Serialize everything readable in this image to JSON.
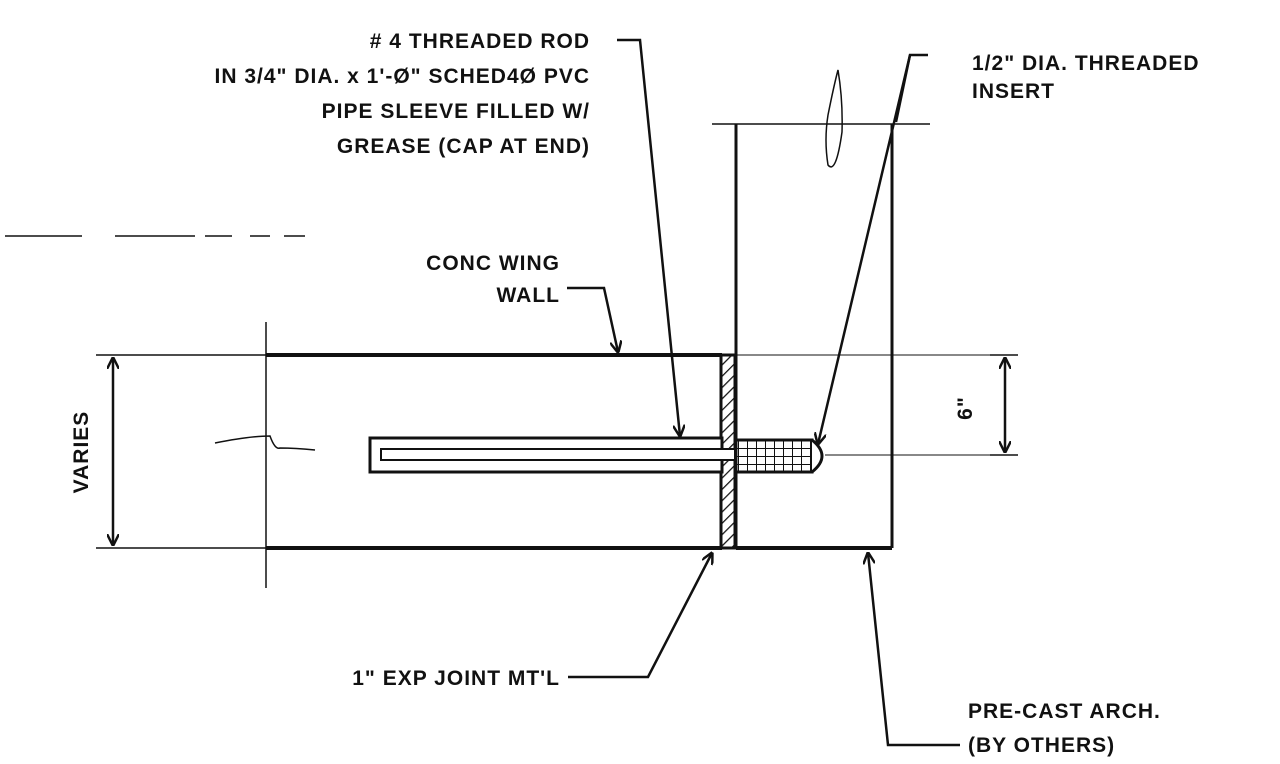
{
  "labels": {
    "threaded_rod": [
      "# 4  THREADED ROD",
      "IN 3/4\" DIA. x 1'-Ø\" SCHED4Ø PVC",
      "PIPE SLEEVE FILLED W/",
      "GREASE (CAP AT END)"
    ],
    "threaded_insert": [
      "1/2\" DIA. THREADED",
      "INSERT"
    ],
    "wing_wall": [
      "CONC WING",
      "WALL"
    ],
    "varies": "VARIES",
    "six_inch": "6\"",
    "exp_joint": "1\" EXP JOINT MT'L",
    "precast_arch": [
      "PRE-CAST ARCH.",
      "(BY OTHERS)"
    ]
  },
  "colors": {
    "ink": "#111111",
    "background": "#ffffff"
  }
}
